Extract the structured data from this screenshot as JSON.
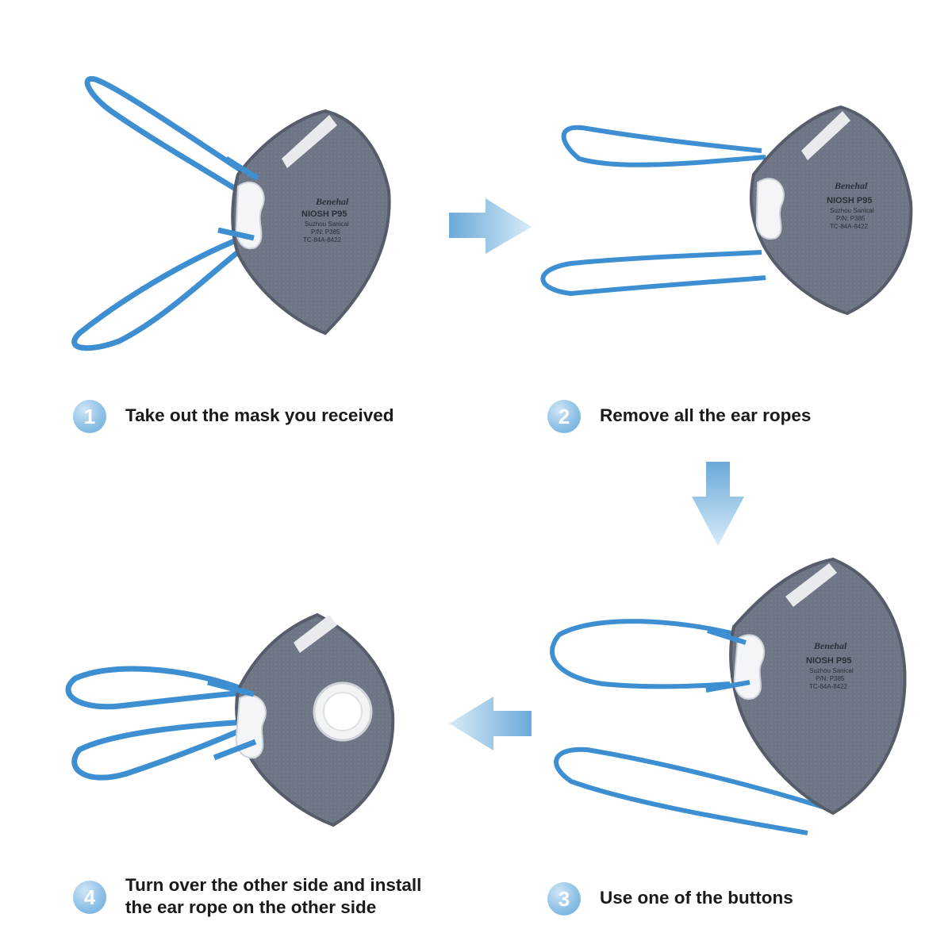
{
  "steps": [
    {
      "number": "1",
      "text": "Take out the mask you received"
    },
    {
      "number": "2",
      "text": "Remove all the ear ropes"
    },
    {
      "number": "3",
      "text": "Use one of the buttons"
    },
    {
      "number": "4",
      "line1": "Turn over the other side and install",
      "line2": "the ear rope on the other side"
    }
  ],
  "mask_print": {
    "brand": "Benehal",
    "rating": "NIOSH P95",
    "maker": "Suzhou Sanical",
    "pn": "P/N: P385",
    "approval": "TC-84A-8422"
  },
  "colors": {
    "mask_gray": "#6e7584",
    "strap_blue": "#3d8fd1",
    "arrow_blue": "#7ab8e8",
    "badge_blue": "#8fc1e6"
  }
}
